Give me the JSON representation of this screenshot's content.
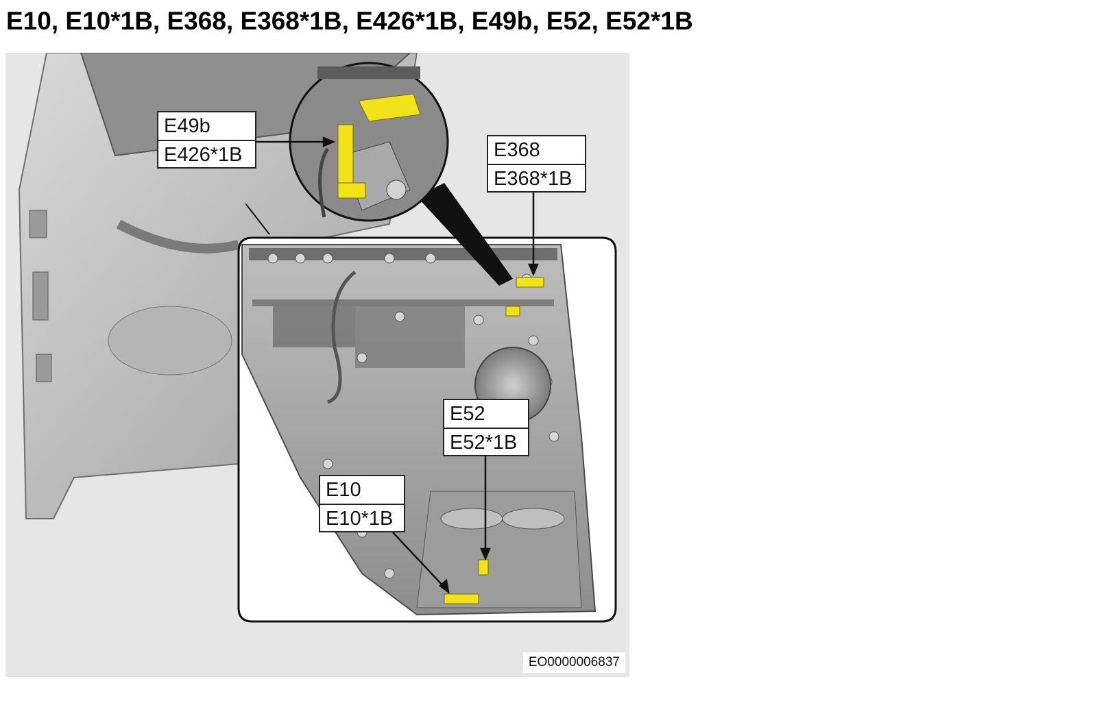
{
  "title": "E10, E10*1B, E368, E368*1B, E426*1B, E49b, E52, E52*1B",
  "callouts": [
    {
      "primary": "E49b",
      "secondary": "E426*1B"
    },
    {
      "primary": "E368",
      "secondary": "E368*1B"
    },
    {
      "primary": "E52",
      "secondary": "E52*1B"
    },
    {
      "primary": "E10",
      "secondary": "E10*1B"
    }
  ],
  "figure_id": "EO0000006837",
  "colors": {
    "connector_highlight": "#f2e21a",
    "door_metal": "#c8c8c8",
    "background": "#e6e6e6"
  }
}
